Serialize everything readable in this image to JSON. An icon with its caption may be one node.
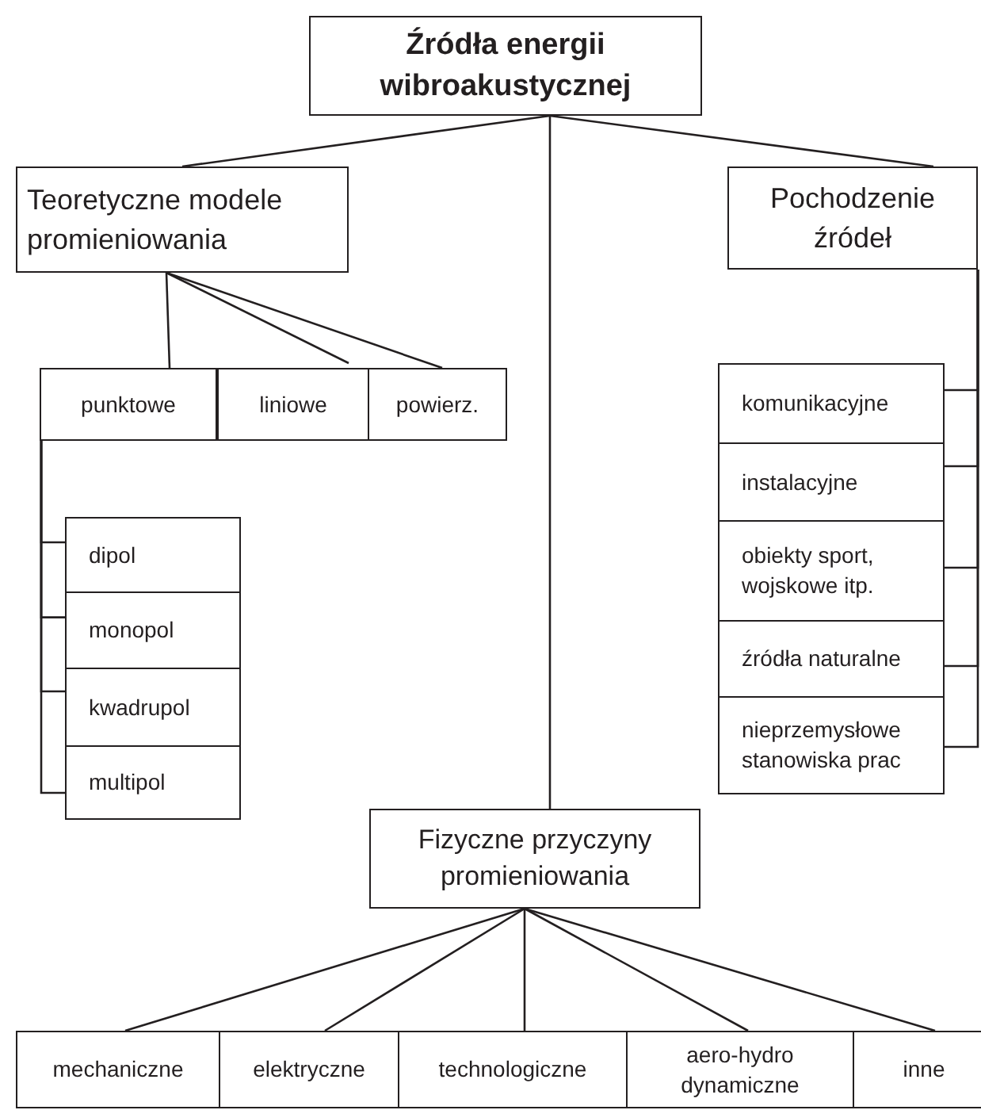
{
  "diagram": {
    "nodes": [
      {
        "text": [
          "Źródła energii wibroakustycznej"
        ]
      },
      {
        "text": [
          "Teoretyczne modele promieniowania"
        ]
      },
      {
        "text": [
          "Pochodzenie źródeł"
        ]
      },
      {
        "text": [
          "Fizyczne przyczyny promieniowania"
        ]
      },
      {
        "text": [
          "punktowe"
        ]
      },
      {
        "text": [
          "liniowe"
        ]
      },
      {
        "text": [
          "powierz."
        ]
      },
      {
        "text": [
          "dipol"
        ]
      },
      {
        "text": [
          "monopol"
        ]
      },
      {
        "text": [
          "kwadrupol"
        ]
      },
      {
        "text": [
          "multipol"
        ]
      },
      {
        "text": [
          "komunikacyjne"
        ]
      },
      {
        "text": [
          "instalacyjne"
        ]
      },
      {
        "text": [
          "obiekty sport, wojskowe itp."
        ]
      },
      {
        "text": [
          "źródła naturalne"
        ]
      },
      {
        "text": [
          "nieprzemysłowe stanowiska prac"
        ]
      },
      {
        "text": [
          "mechaniczne"
        ]
      },
      {
        "text": [
          "elektryczne"
        ]
      },
      {
        "text": [
          "technologiczne"
        ]
      },
      {
        "text": [
          "aero-hydro dynamiczne"
        ]
      },
      {
        "text": [
          "inne"
        ]
      }
    ],
    "edges": [
      {
        "from": 0,
        "to": 1,
        "arrow": "none"
      },
      {
        "from": 0,
        "to": 3,
        "arrow": "none"
      },
      {
        "from": 0,
        "to": 2,
        "arrow": "none"
      },
      {
        "from": 1,
        "to": 4,
        "arrow": "none"
      },
      {
        "from": 1,
        "to": 5,
        "arrow": "none"
      },
      {
        "from": 1,
        "to": 6,
        "arrow": "none"
      },
      {
        "from": 4,
        "to": 7,
        "arrow": "none"
      },
      {
        "from": 4,
        "to": 8,
        "arrow": "none"
      },
      {
        "from": 4,
        "to": 9,
        "arrow": "none"
      },
      {
        "from": 4,
        "to": 10,
        "arrow": "none"
      },
      {
        "from": 2,
        "to": 11,
        "arrow": "none"
      },
      {
        "from": 2,
        "to": 12,
        "arrow": "none"
      },
      {
        "from": 2,
        "to": 13,
        "arrow": "none"
      },
      {
        "from": 2,
        "to": 14,
        "arrow": "none"
      },
      {
        "from": 2,
        "to": 15,
        "arrow": "none"
      },
      {
        "from": 3,
        "to": 16,
        "arrow": "none"
      },
      {
        "from": 3,
        "to": 17,
        "arrow": "none"
      },
      {
        "from": 3,
        "to": 18,
        "arrow": "none"
      },
      {
        "from": 3,
        "to": 19,
        "arrow": "none"
      },
      {
        "from": 3,
        "to": 20,
        "arrow": "none"
      }
    ]
  }
}
